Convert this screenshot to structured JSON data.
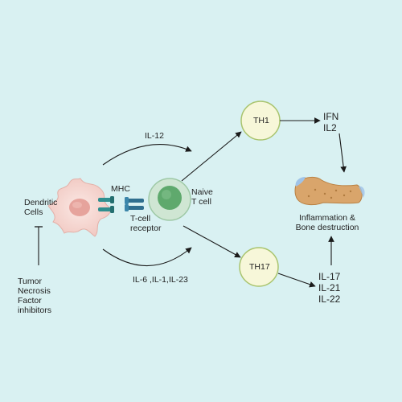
{
  "colors": {
    "background": "#d9f1f2",
    "arrow": "#1a1a1a",
    "th_cell_fill": "#f7f7d9",
    "th_cell_stroke": "#a9c46e",
    "naive_cell_fill": "#cfe6d3",
    "naive_nucleus": "#5fa96d",
    "dendritic_fill": "#f7d9d4",
    "dendritic_nucleus": "#e9aaa4",
    "mhc": "#2f8f8f",
    "tcr": "#2f6f8f",
    "bone_fill": "#d9a56b",
    "cartilage": "#9fc3e8"
  },
  "icons": [
    "dendritic-cell-icon",
    "naive-t-cell-icon",
    "mhc-receptor-icon",
    "t-cell-receptor-icon",
    "bone-icon"
  ],
  "labels": {
    "dendritic_line1": "Dendritic",
    "dendritic_line2": "Cells",
    "mhc": "MHC",
    "naive_line1": "Naive",
    "naive_line2": "T cell",
    "tcr_line1": "T-cell",
    "tcr_line2": "receptor",
    "il12": "IL-12",
    "il6_group": "IL-6 ,IL-1,IL-23",
    "th1": "TH1",
    "th17": "TH17",
    "ifn": "IFN",
    "il2": "IL2",
    "inflammation_line1": "Inflammation &",
    "inflammation_line2": "Bone destruction",
    "il17": "IL-17",
    "il21": "IL-21",
    "il22": "IL-22",
    "tnf_line1": "Tumor",
    "tnf_line2": "Necrosis",
    "tnf_line3": "Factor",
    "tnf_line4": "inhibitors"
  }
}
